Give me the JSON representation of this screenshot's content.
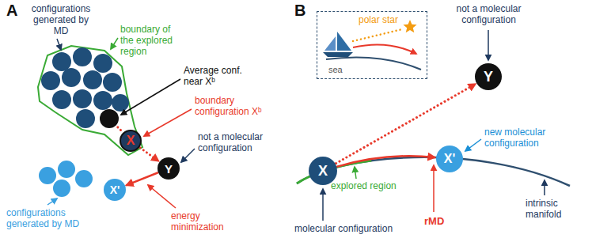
{
  "diagram": {
    "nodes": [
      {
        "text": [
          "X"
        ]
      },
      {
        "text": [
          "Y"
        ]
      },
      {
        "text": [
          "X'"
        ]
      },
      {
        "text": [
          "polar star",
          "sea"
        ]
      },
      {
        "text": [
          "Y"
        ]
      },
      {
        "text": [
          "X"
        ]
      },
      {
        "text": [
          "X'"
        ]
      }
    ],
    "edges": [
      {
        "from": 0,
        "to": 1,
        "arrow": "to"
      },
      {
        "from": 1,
        "to": 2,
        "arrow": "to"
      },
      {
        "from": 5,
        "to": 4,
        "arrow": "to"
      },
      {
        "from": 5,
        "to": 6,
        "arrow": "to"
      }
    ],
    "labels": [
      "A",
      "configurations generated by MD",
      "boundary of the explored region",
      "Average conf. near Xᵇ",
      "boundary configuration Xᵇ",
      "not a molecular configuration",
      "configurations generated by MD",
      "energy minimization",
      "B",
      "not a molecular configuration",
      "new molecular configuration",
      "explored region",
      "rMD",
      "intrinsic manifold",
      "molecular configuration"
    ]
  }
}
